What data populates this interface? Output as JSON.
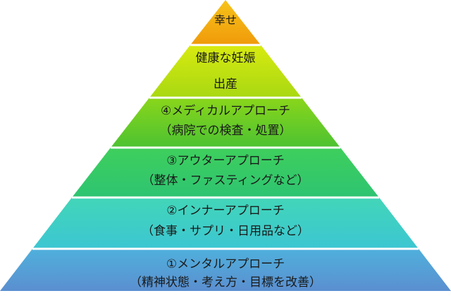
{
  "pyramid": {
    "tiers": [
      {
        "lines": [
          "幸せ"
        ]
      },
      {
        "lines": [
          "健康な妊娠",
          "出産"
        ]
      },
      {
        "lines": [
          "④メディカルアプローチ",
          "（病院での検査・処置）"
        ]
      },
      {
        "lines": [
          "③アウターアプローチ",
          "（整体・ファスティングなど）"
        ]
      },
      {
        "lines": [
          "②インナーアプローチ",
          "（食事・サプリ・日用品など）"
        ]
      },
      {
        "lines": [
          "①メンタルアプローチ",
          "（精神状態・考え方・目標を改善）"
        ]
      }
    ],
    "colors": {
      "tier_top_start": "#f6c31a",
      "tier_top_end": "#f09a0a",
      "tier2_start": "#d8ea10",
      "tier2_end": "#a8d812",
      "tier3_start": "#8ad61a",
      "tier3_end": "#4cc232",
      "tier4_start": "#3ecf5c",
      "tier4_end": "#2ec472",
      "tier5_start": "#42d6b8",
      "tier5_end": "#3cc6d2",
      "tier6_start": "#4fb0dc",
      "tier6_end": "#5b8fd0",
      "separator": "#ffffff"
    }
  }
}
